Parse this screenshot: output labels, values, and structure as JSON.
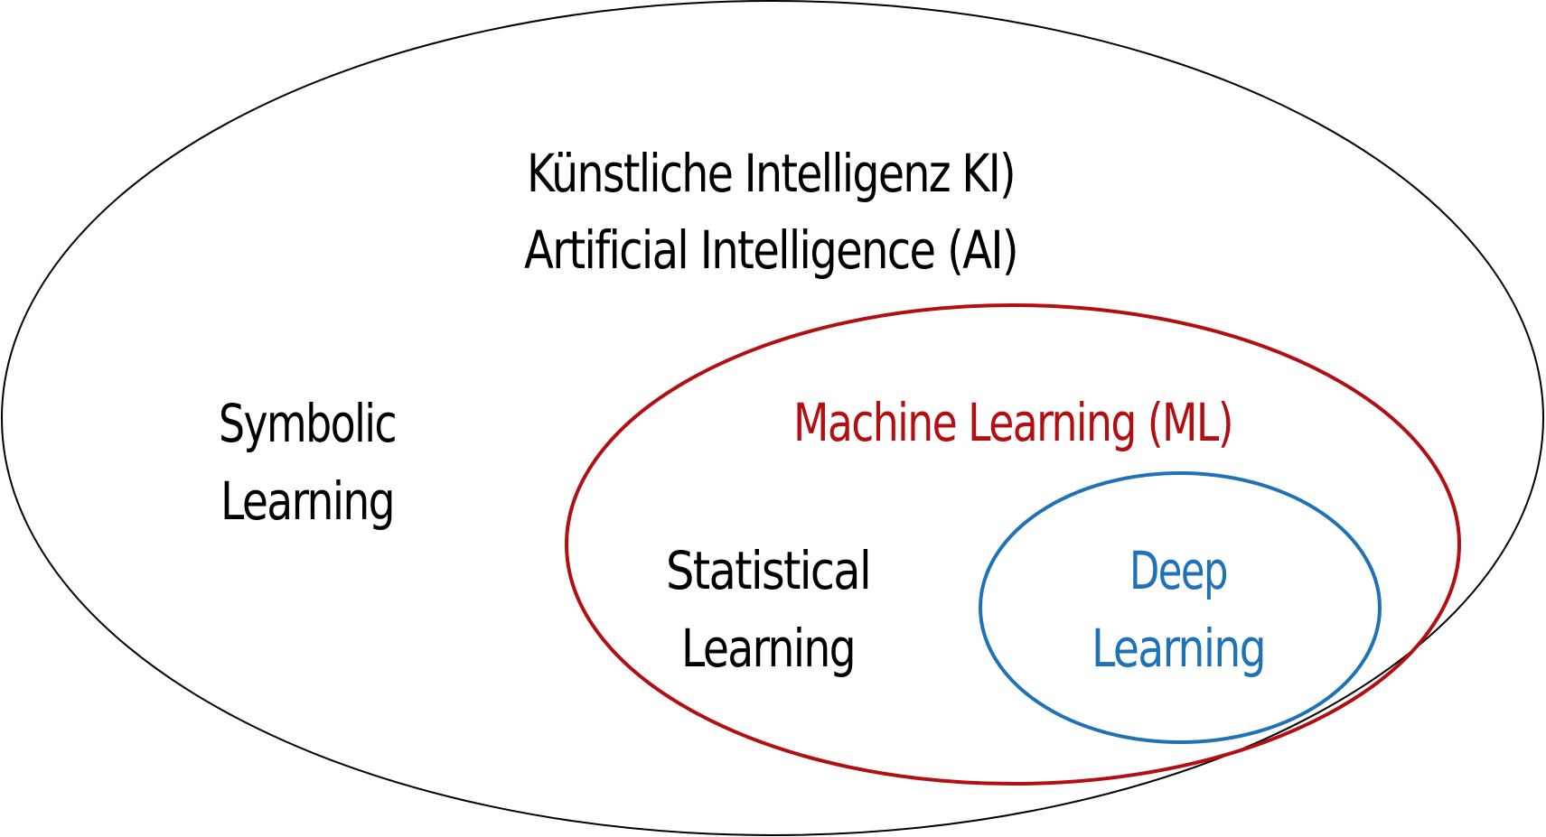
{
  "colors": {
    "ai_outline": "#000000",
    "ml_outline": "#b30f12",
    "dl_outline": "#1f71b8",
    "background": "#ffffff"
  },
  "ai": {
    "title_de": "Künstliche Intelligenz KI)",
    "title_en": "Artificial Intelligence (AI)"
  },
  "symbolic": {
    "line1": "Symbolic",
    "line2": "Learning"
  },
  "ml": {
    "title": "Machine Learning (ML)"
  },
  "statistical": {
    "line1": "Statistical",
    "line2": "Learning"
  },
  "dl": {
    "line1": "Deep",
    "line2": "Learning"
  }
}
